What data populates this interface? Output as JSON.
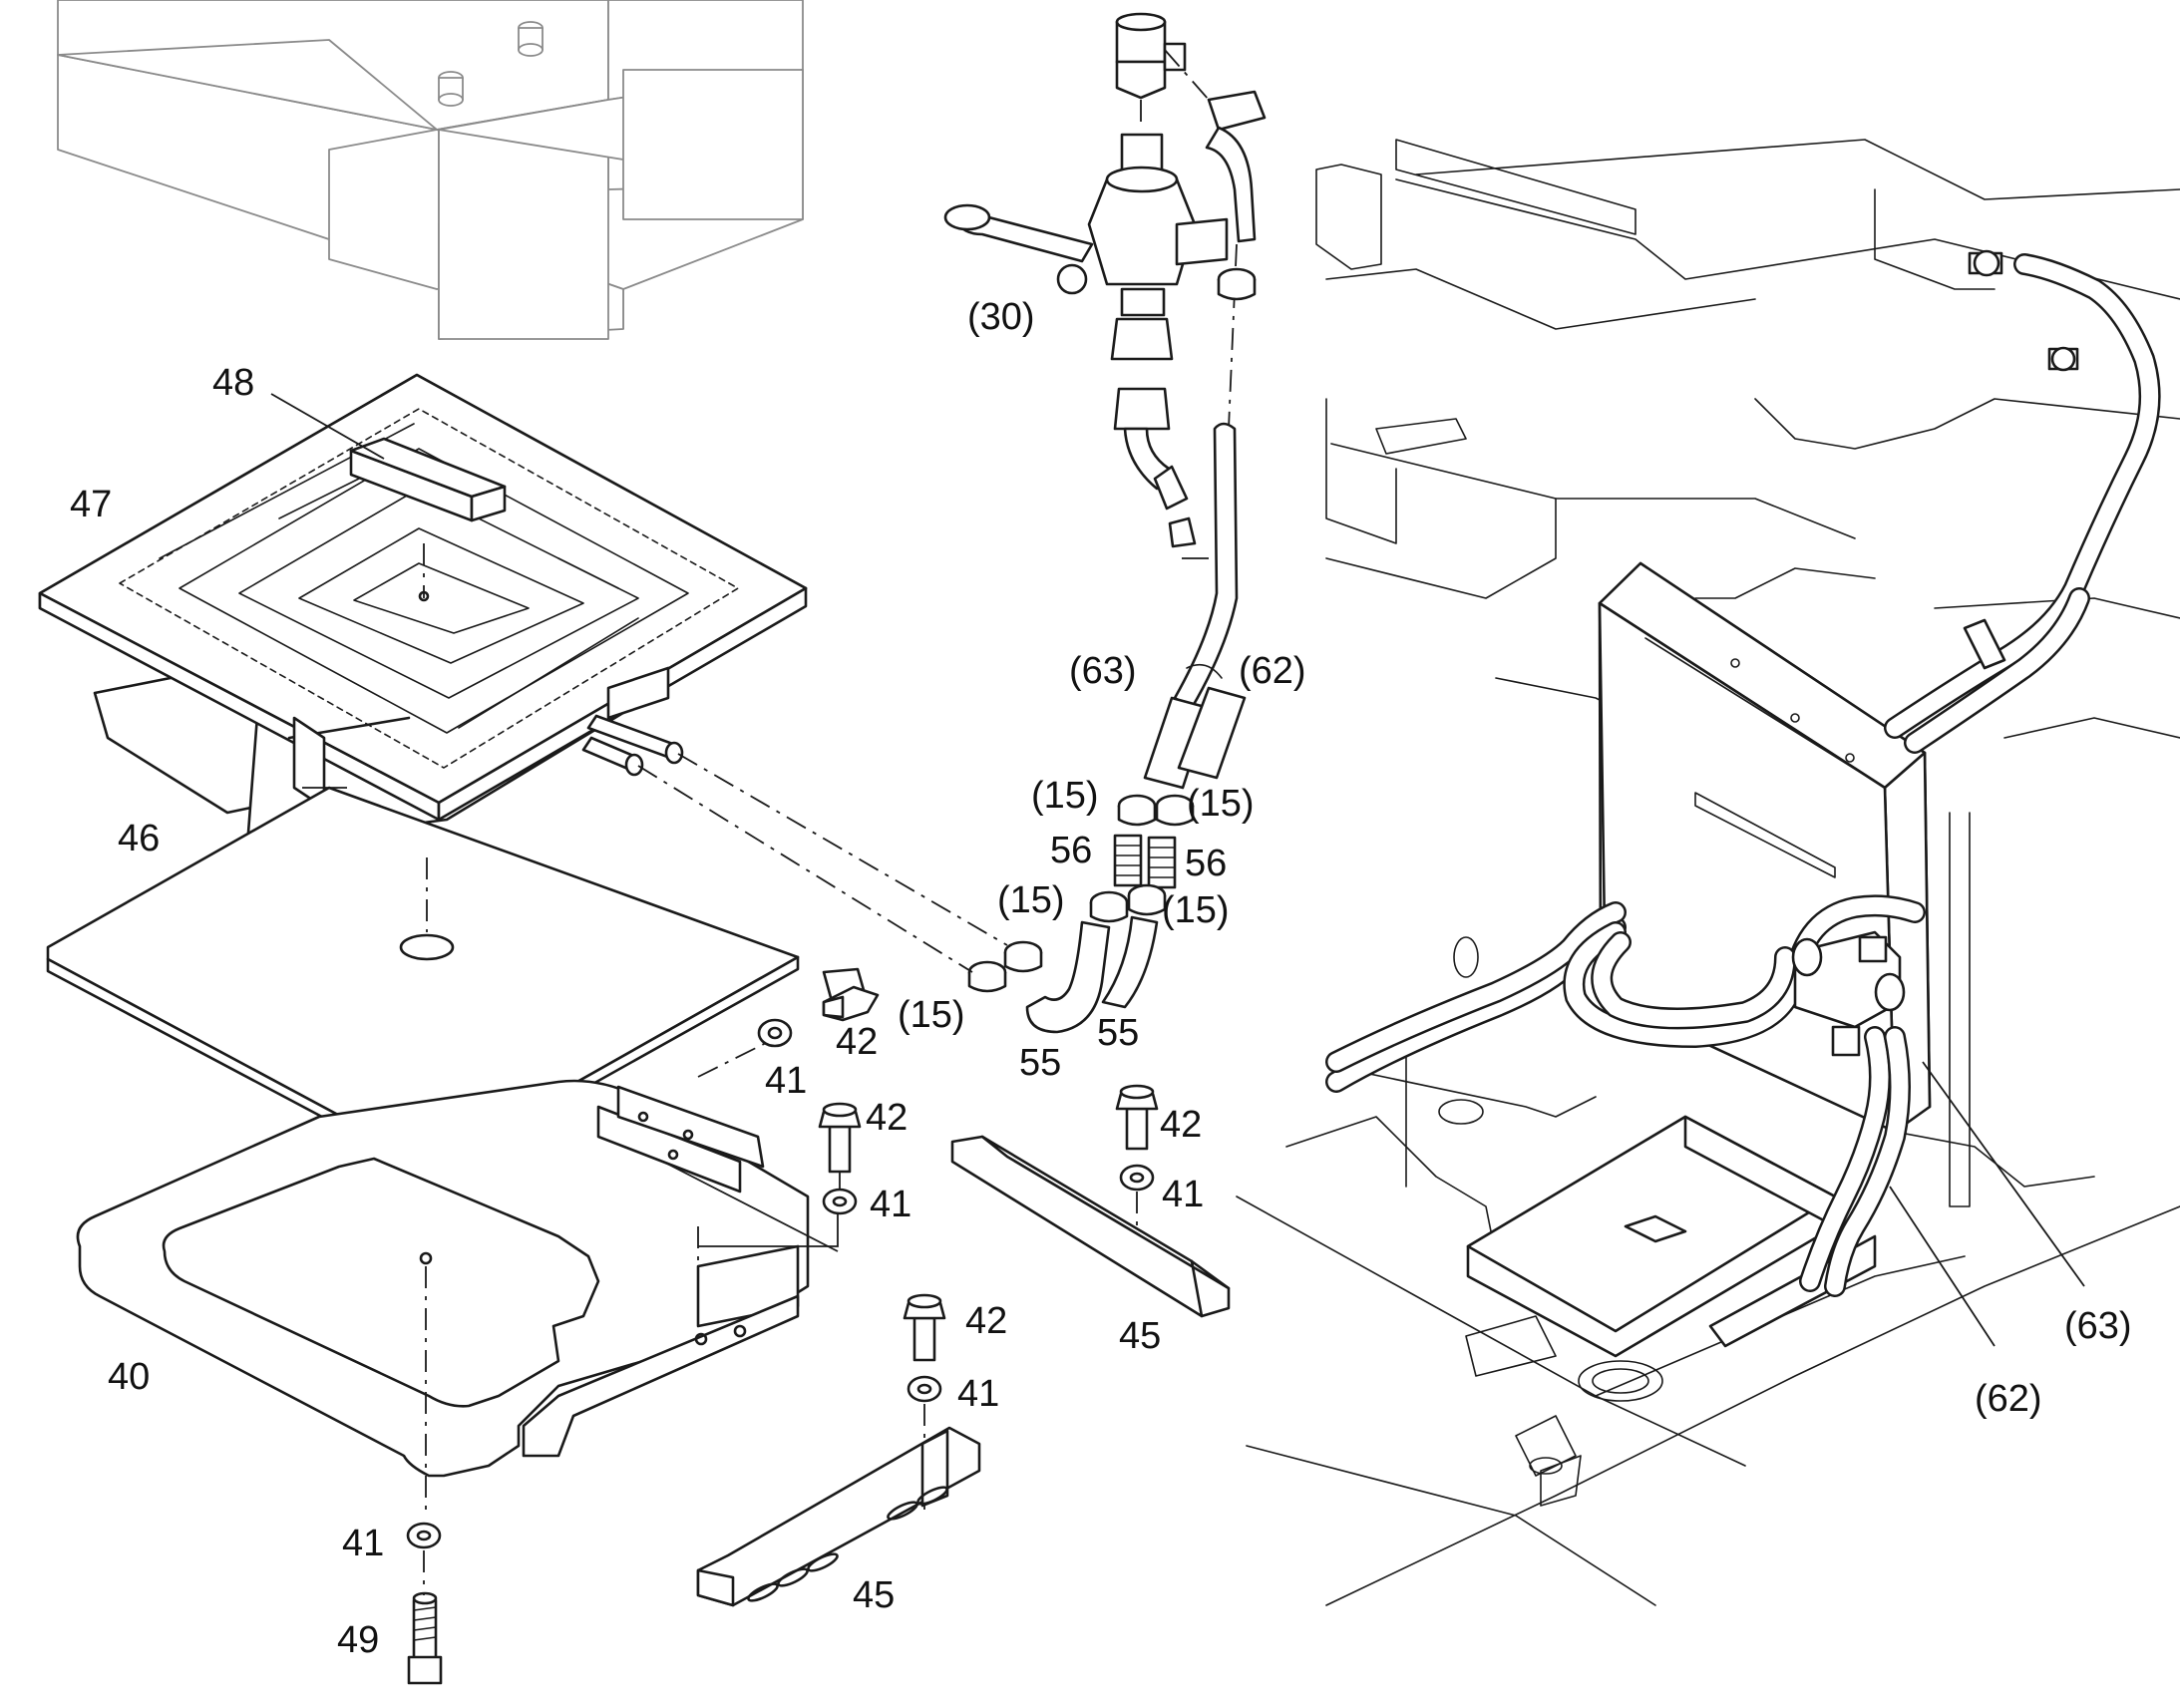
{
  "labels": {
    "p30": "(30)",
    "p48": "48",
    "p47": "47",
    "p46": "46",
    "p40": "40",
    "p41a": "41",
    "p41b": "41",
    "p41c": "41",
    "p41d": "41",
    "p41e": "41",
    "p42a": "42",
    "p42b": "42",
    "p42c": "42",
    "p42d": "42",
    "p45a": "45",
    "p45b": "45",
    "p49": "49",
    "p55a": "55",
    "p55b": "55",
    "p56a": "56",
    "p56b": "56",
    "p15a": "(15)",
    "p15b": "(15)",
    "p15c": "(15)",
    "p15d": "(15)",
    "p15e": "(15)",
    "p62a": "(62)",
    "p63a": "(63)",
    "p62b": "(62)",
    "p63b": "(63)"
  }
}
